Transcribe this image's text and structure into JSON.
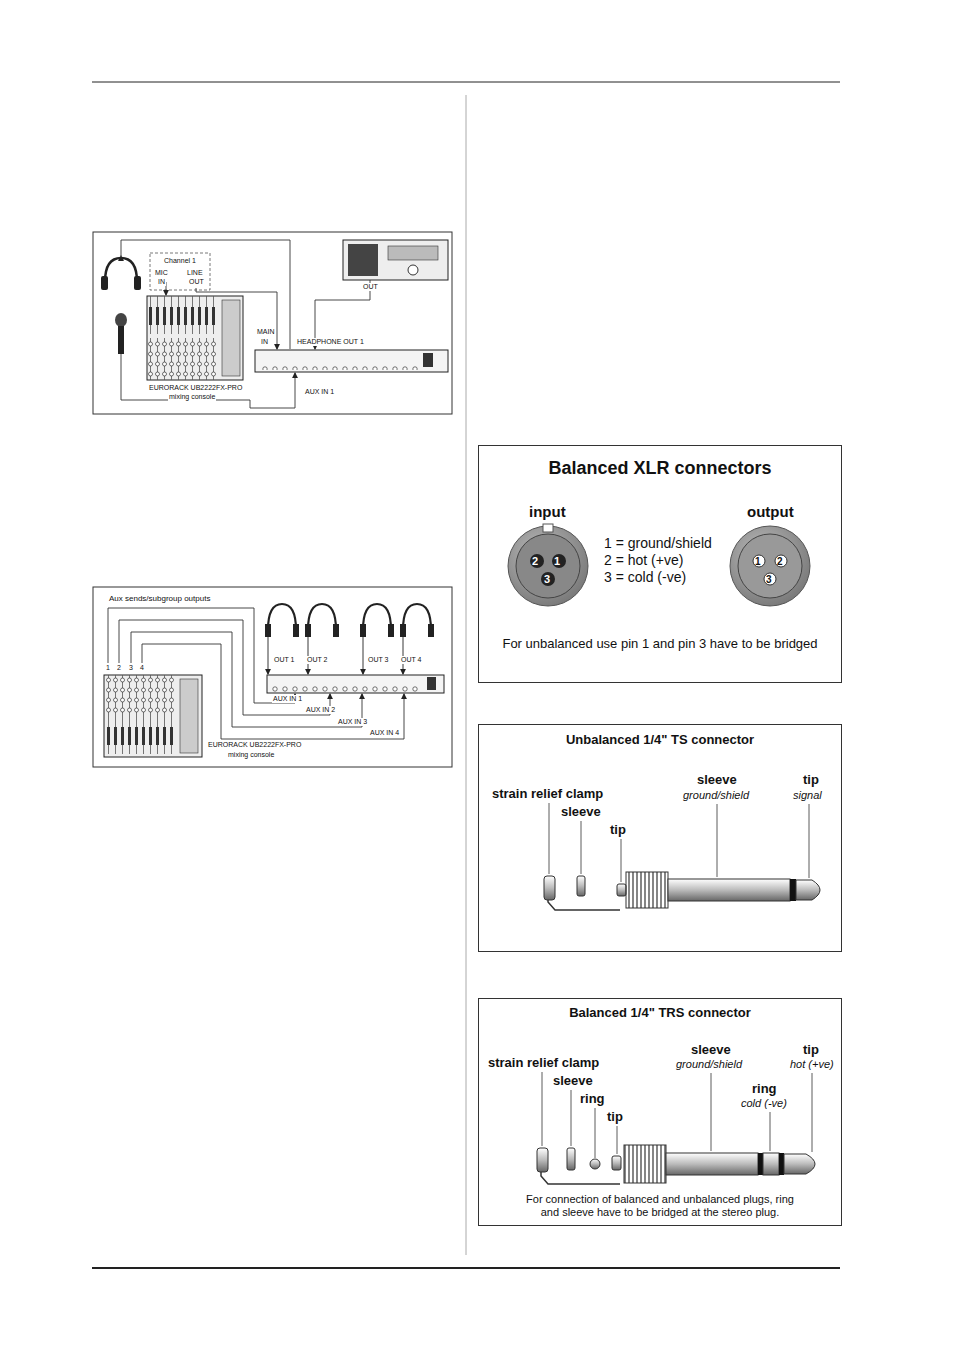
{
  "diagram": {
    "nodes": [
      {
        "text": [
          "Balanced XLR connectors",
          "For unbalanced use pin 1 and pin 3 have to be bridged"
        ]
      },
      {
        "text": [
          "Unbalanced 1/4\" TS connector"
        ]
      },
      {
        "text": [
          "Balanced 1/4\" TRS connector",
          "For connection of balanced and unbalanced plugs, ring and sleeve have to be bridged at the stereo plug."
        ]
      }
    ],
    "labels": [
      "Channel 1",
      "MIC",
      "IN",
      "LINE",
      "OUT",
      "OUT",
      "MAIN",
      "IN",
      "HEADPHONE OUT 1",
      "AUX IN 1",
      "EURORACK UB2222FX-PRO",
      "mixing console",
      "Aux sends/subgroup outputs",
      "1",
      "2",
      "3",
      "4",
      "OUT 1",
      "OUT 2",
      "OUT 3",
      "OUT 4",
      "AUX IN 1",
      "AUX IN 2",
      "AUX IN 3",
      "AUX IN 4",
      "EURORACK UB2222FX-PRO",
      "mixing console",
      "input",
      "output",
      "1 = ground/shield",
      "2 = hot (+ve)",
      "3 = cold (-ve)",
      "2",
      "1",
      "3",
      "1",
      "2",
      "3",
      "strain relief clamp",
      "sleeve",
      "tip",
      "sleeve",
      "ground/shield",
      "tip",
      "signal",
      "strain relief clamp",
      "sleeve",
      "ring",
      "tip",
      "sleeve",
      "ground/shield",
      "ring",
      "cold (-ve)",
      "tip",
      "hot (+ve)"
    ]
  }
}
